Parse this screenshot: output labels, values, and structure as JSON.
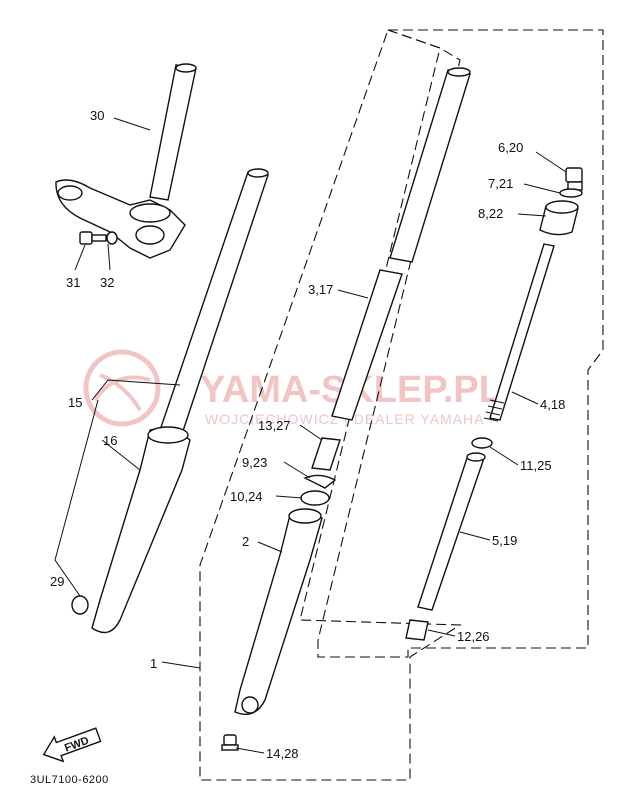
{
  "watermark": {
    "brand": "YAMA-SKLEP.PL",
    "tagline": "WOJCIECHOWICZ | DEALER YAMAHA"
  },
  "labels": {
    "p30": "30",
    "p31": "31",
    "p32": "32",
    "p15": "15",
    "p16": "16",
    "p29": "29",
    "p1": "1",
    "p2": "2",
    "p3_17": "3,17",
    "p13_27": "13,27",
    "p9_23": "9,23",
    "p10_24": "10,24",
    "p14_28": "14,28",
    "p6_20": "6,20",
    "p7_21": "7,21",
    "p8_22": "8,22",
    "p4_18": "4,18",
    "p11_25": "11,25",
    "p5_19": "5,19",
    "p12_26": "12,26"
  },
  "fwd_arrow": "FWD",
  "diagram_code": "3UL7100-6200"
}
